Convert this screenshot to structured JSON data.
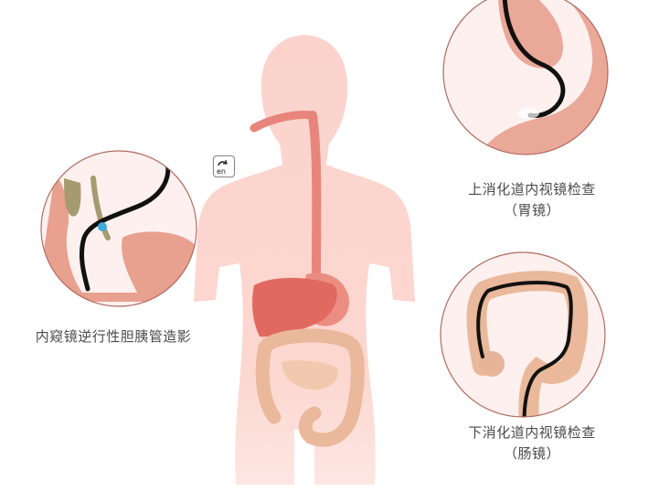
{
  "captions": {
    "ercp": "内窥镜逆行性胆胰管造影",
    "upper_line1": "上消化道内视镜检查",
    "upper_line2": "（胃镜）",
    "lower_line1": "下消化道内视镜检查",
    "lower_line2": "（肠镜）"
  },
  "badge": {
    "text": "en"
  },
  "colors": {
    "body": "#fbd3cc",
    "circle_fill": "#fdf0ee",
    "circle_ring": "#b26b5f",
    "organ": "#e8857a",
    "liver": "#e06a60",
    "intestine": "#eab89a",
    "scope": "#111111",
    "bile": "#a69a70",
    "contrast": "#3fa9e0"
  }
}
